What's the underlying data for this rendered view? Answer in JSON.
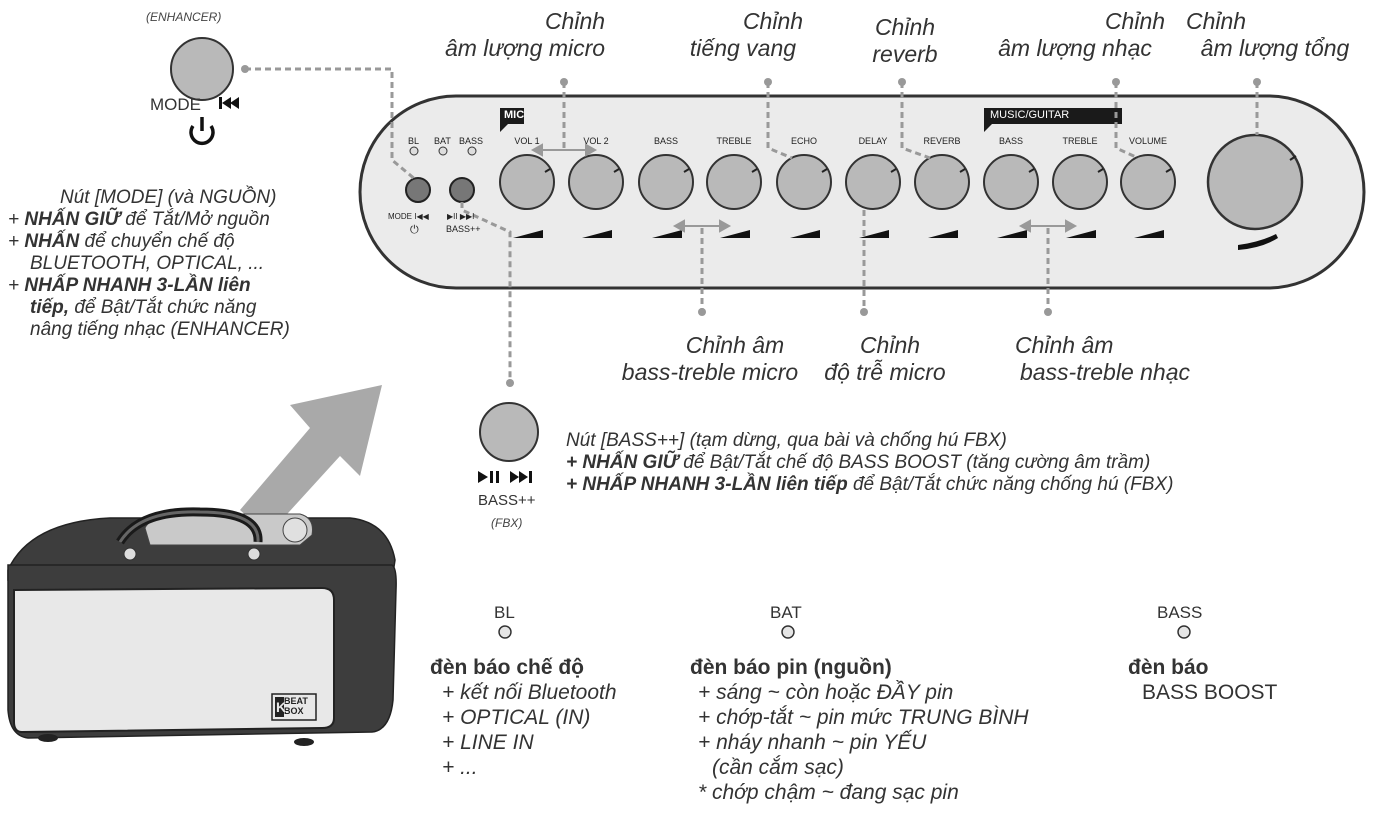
{
  "panel": {
    "led_labels": [
      "BL",
      "BAT",
      "BASS"
    ],
    "mic_badge": "MIC",
    "music_badge": "MUSIC/GUITAR",
    "knob_labels": [
      "VOL 1",
      "VOL 2",
      "BASS",
      "TREBLE",
      "ECHO",
      "DELAY",
      "REVERB",
      "BASS",
      "TREBLE",
      "VOLUME"
    ],
    "mode_label": "MODE",
    "bass_label": "BASS++"
  },
  "top_annotations": [
    {
      "line1": "Chỉnh",
      "line2": "âm lượng micro"
    },
    {
      "line1": "Chỉnh",
      "line2": "tiếng vang"
    },
    {
      "line1": "Chỉnh",
      "line2": "reverb"
    },
    {
      "line1": "Chỉnh",
      "line2": "âm lượng nhạc"
    },
    {
      "line1": "Chỉnh",
      "line2": "âm lượng tổng"
    }
  ],
  "bottom_annotations": [
    {
      "line1": "Chỉnh âm",
      "line2": "bass-treble micro"
    },
    {
      "line1": "Chỉnh",
      "line2": "độ trễ micro"
    },
    {
      "line1": "Chỉnh âm",
      "line2": "bass-treble nhạc"
    }
  ],
  "mode_button": {
    "enhancer": "(ENHANCER)",
    "label": "MODE",
    "desc": {
      "title": "Nút [MODE] (và NGUỒN)",
      "l1_bold": "NHẤN GIỮ",
      "l1_rest": " để Tắt/Mở nguồn",
      "l2_bold": "NHẤN",
      "l2_rest": " để chuyển chế độ",
      "l3": "BLUETOOTH, OPTICAL, ...",
      "l4_bold": "NHẤP NHANH 3-LẦN liên",
      "l5_bold": "tiếp,",
      "l5_rest": " để Bật/Tắt chức năng",
      "l6": "nâng tiếng nhạc (ENHANCER)"
    }
  },
  "bass_button": {
    "label": "BASS++",
    "fbx": "(FBX)",
    "desc": {
      "title": "Nút [BASS++] (tạm dừng, qua bài và chống hú FBX)",
      "l1_bold": "+ NHẤN GIỮ",
      "l1_rest": " để Bật/Tắt chế độ BASS BOOST (tăng cường âm trầm)",
      "l2_bold": "+ NHẤP NHANH 3-LẦN liên tiếp",
      "l2_rest": " để Bật/Tắt chức năng chống hú (FBX)"
    }
  },
  "indicators": {
    "bl": {
      "label": "BL",
      "title": "đèn báo chế độ",
      "items": [
        "+ kết nối Bluetooth",
        "+ OPTICAL (IN)",
        "+ LINE IN",
        "+ ..."
      ]
    },
    "bat": {
      "label": "BAT",
      "title": "đèn báo pin (nguồn)",
      "items": [
        "+ sáng ~ còn hoặc ĐẦY pin",
        "+ chớp-tắt ~ pin mức TRUNG BÌNH",
        "+ nháy nhanh ~ pin YẾU",
        "(cần cắm sạc)",
        "* chớp chậm ~ đang sạc pin"
      ]
    },
    "bass": {
      "label": "BASS",
      "title": "đèn báo",
      "subtitle": "BASS BOOST"
    }
  },
  "brand": {
    "line1": "BEAT",
    "line2": "BOX",
    "k": "K"
  },
  "colors": {
    "panel": "#ebebeb",
    "knob": "#b9b9b9",
    "dash": "#999999",
    "arrow": "#a9a9a9"
  }
}
